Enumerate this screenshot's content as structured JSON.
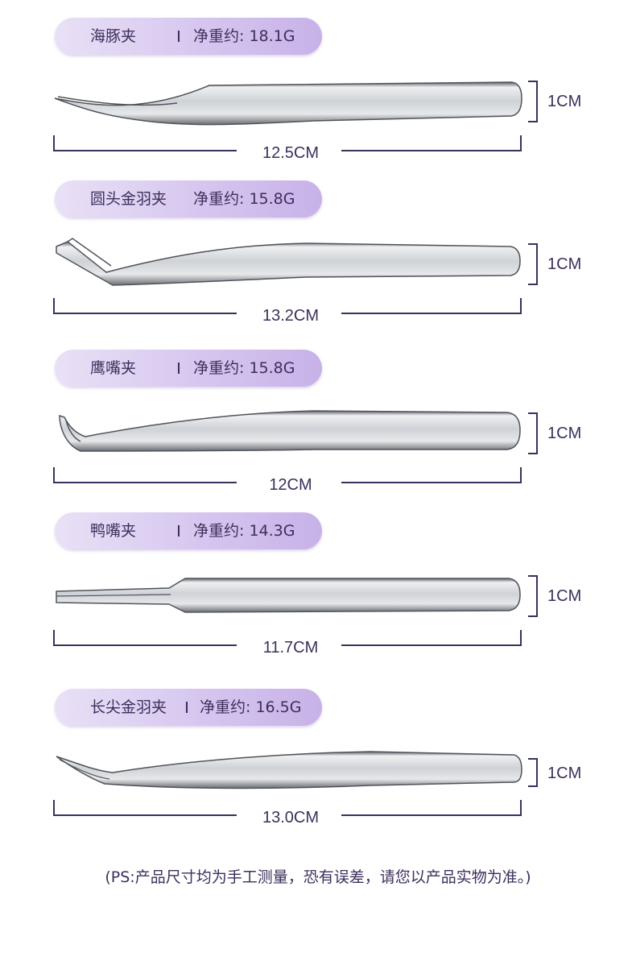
{
  "items": [
    {
      "name": "海豚夹",
      "separator": "I",
      "weight": "净重约: 18.1G",
      "height": "1CM",
      "length": "12.5CM",
      "shape": "dolphin"
    },
    {
      "name": "圆头金羽夹",
      "separator": "",
      "weight": "净重约: 15.8G",
      "height": "1CM",
      "length": "13.2CM",
      "shape": "round"
    },
    {
      "name": "鹰嘴夹",
      "separator": "I",
      "weight": "净重约: 15.8G",
      "height": "1CM",
      "length": "12CM",
      "shape": "eagle"
    },
    {
      "name": "鸭嘴夹",
      "separator": "I",
      "weight": "净重约: 14.3G",
      "height": "1CM",
      "length": "11.7CM",
      "shape": "duck"
    },
    {
      "name": "长尖金羽夹",
      "separator": "I",
      "weight": "净重约: 16.5G",
      "height": "1CM",
      "length": "13.0CM",
      "shape": "long"
    }
  ],
  "note": "(PS:产品尺寸均为手工测量，恐有误差，请您以产品实物为准。)",
  "colors": {
    "text": "#3d2f5c",
    "pill_start": "#e9e1f6",
    "pill_end": "#c7b2e8",
    "metal": "#d4d6d9"
  }
}
